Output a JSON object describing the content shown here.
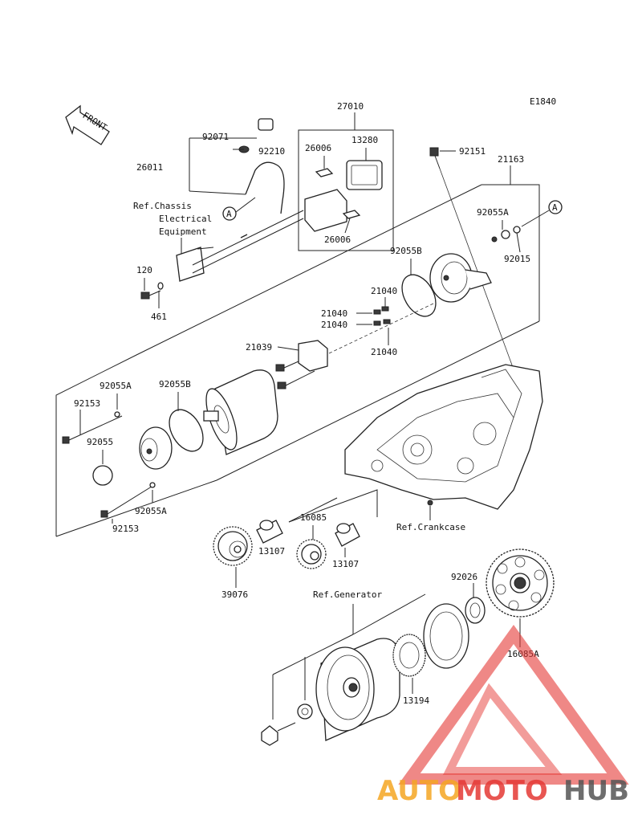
{
  "diagram_code": "E1840",
  "front_label": "FRONT",
  "callout_letter": "A",
  "watermark": {
    "brand_auto": "AUTO",
    "brand_moto": "MOTO",
    "brand_hub": "HUB",
    "color_red": "#e53935",
    "color_orange": "#f5a623",
    "color_grey": "#555555"
  },
  "labels": {
    "p27010": "27010",
    "p92071": "92071",
    "p92210": "92210",
    "p26011": "26011",
    "p26006a": "26006",
    "p13280": "13280",
    "p26006b": "26006",
    "ref_chassis_1": "Ref.Chassis",
    "ref_chassis_2": "Electrical",
    "ref_chassis_3": "Equipment",
    "p120": "120",
    "p461": "461",
    "p92151": "92151",
    "p21163": "21163",
    "p92055a_top": "92055A",
    "p92015": "92015",
    "p92055b_top": "92055B",
    "p21040_1": "21040",
    "p21040_2": "21040",
    "p21040_3": "21040",
    "p21040_4": "21040",
    "p21039": "21039",
    "p92055a_left": "92055A",
    "p92055b_left": "92055B",
    "p92153_top": "92153",
    "p92055": "92055",
    "p92055a_bottom": "92055A",
    "p92153_bottom": "92153",
    "p16085": "16085",
    "p13107_left": "13107",
    "p13107_right": "13107",
    "p39076": "39076",
    "ref_crankcase": "Ref.Crankcase",
    "ref_generator": "Ref.Generator",
    "p92026": "92026",
    "p16085a": "16085A",
    "p13194": "13194"
  }
}
